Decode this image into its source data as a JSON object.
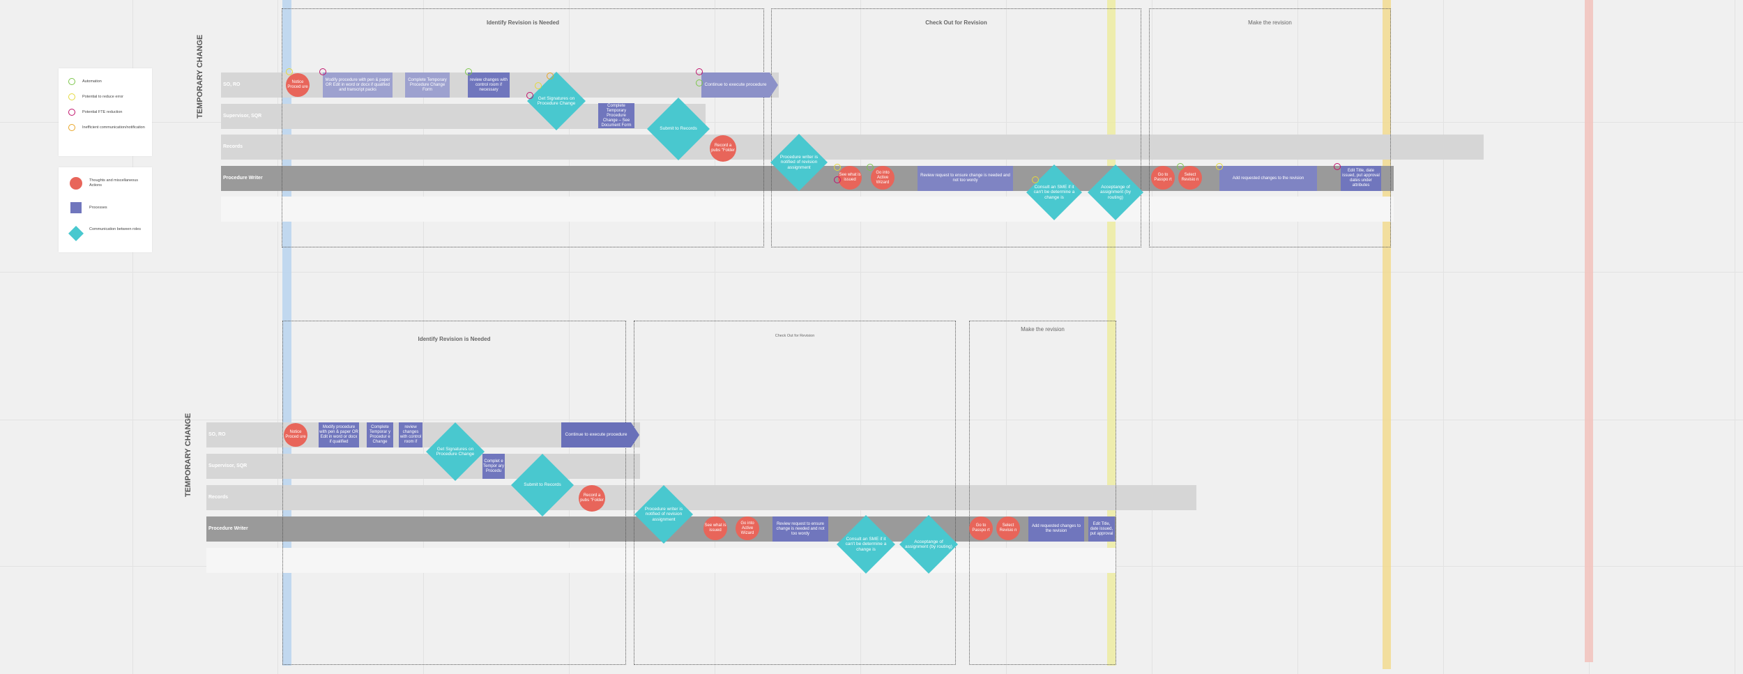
{
  "colors": {
    "background": "#f0f0f0",
    "process": "#7076bd",
    "thought": "#e8655a",
    "communication": "#49c8cf",
    "ring_green": "#7cc64a",
    "ring_yellow": "#e4d93c",
    "ring_magenta": "#c0116a",
    "ring_orange": "#e8a525",
    "band_blue": "#b8d3ef",
    "band_yellow": "#f0eea0",
    "band_gold": "#f2d98a",
    "band_pink": "#f2c2bc"
  },
  "legend": {
    "rings": [
      {
        "label": "Automation",
        "color": "#7cc64a",
        "icon": "green-ring-icon"
      },
      {
        "label": "Potential to reduce error",
        "color": "#e4d93c",
        "icon": "yellow-ring-icon"
      },
      {
        "label": "Potential FTE reduction",
        "color": "#c0116a",
        "icon": "magenta-ring-icon"
      },
      {
        "label": "Inefficient communication/notification",
        "color": "#e8a525",
        "icon": "orange-ring-icon"
      }
    ],
    "shapes": [
      {
        "label": "Thoughts and miscellaneous Actions",
        "icon": "red-circle-icon"
      },
      {
        "label": "Processes",
        "icon": "purple-square-icon"
      },
      {
        "label": "Communication between roles",
        "icon": "teal-diamond-icon"
      }
    ]
  },
  "top": {
    "title": "TEMPORARY CHANGE",
    "phases": [
      "Identify Revision is Needed",
      "Check Out for Revision",
      "Make the revision"
    ],
    "lanes": [
      "SO, RO",
      "Supervisor, SQR",
      "Records",
      "Procedure Writer",
      ""
    ],
    "nodes": {
      "notice": "Notice Proced ure",
      "modify": "Modify procedure with pen & paper OR Edit in word or docx if qualified and transcript packs",
      "complete_form": "Complete Temporary Procedure Change Form",
      "review_changes": "review changes with control room if necessary",
      "get_signatures": "Get Signatures on Procedure Change",
      "continue": "Continue to execute procedure",
      "complete_sqr": "Complete Temporary Procedure Change – See Document Form",
      "submit_records": "Submit to Records",
      "record_pubs": "Record a pubs \"Folder",
      "pw_notified": "Procedure writer is notified of revision assignment",
      "see_issued": "See what is issued",
      "go_active": "Go into Active Wizard",
      "review_request": "Review request to ensure change is needed and not too wordy",
      "consult_sme": "Consult an SME if it can't be determine a change is",
      "accept": "Acceptange of assignment (by routing)",
      "go_passport": "Go to Passpo rt",
      "select_revision": "Select Revisio n",
      "add_changes": "Add requested changes to the revision",
      "edit_title": "Edit Title, date issued, put approval dates under attributes"
    }
  },
  "bottom": {
    "title": "TEMPORARY CHANGE",
    "phases": [
      "Identify Revision is Needed",
      "Check Out for Revision",
      "Make the revision"
    ],
    "lanes": [
      "SO, RO",
      "Supervisor, SQR",
      "Records",
      "Procedure Writer",
      ""
    ],
    "nodes": {
      "notice": "Notice Proced ure",
      "modify": "Modify procedure with pen & paper OR Edit in word or docx if qualified",
      "complete_form": "Complete Temporar y Procedur e Change",
      "review_changes": "review changes with control room if",
      "get_signatures": "Get Signatures on Procedure Change",
      "continue": "Continue to execute procedure",
      "complete_sqr": "Complet e Tempor ary Procedu",
      "submit_records": "Submit to Records",
      "record_pubs": "Record a pubs \"Folder",
      "pw_notified": "Procedure writer is notified of revision assignment",
      "see_issued": "See what is issued",
      "go_active": "Go into Active Wizard",
      "review_request": "Review request to ensure change is needed and not too wordy",
      "consult_sme": "Consult an SME if it can't be determine a change is",
      "accept": "Acceptange of assignment (by routing)",
      "go_passport": "Go to Passpo rt",
      "select_revision": "Select Revisio n",
      "add_changes": "Add requested changes to the revision",
      "edit_title": "Edit Title, date issued, put approval"
    }
  }
}
